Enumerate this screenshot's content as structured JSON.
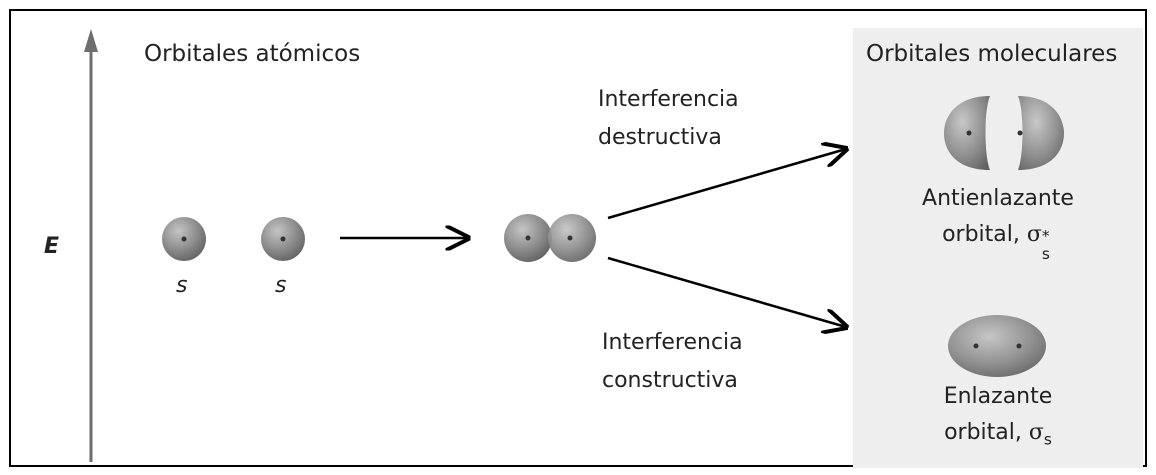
{
  "axis": {
    "label": "E"
  },
  "atomic": {
    "title": "Orbitales atómicos",
    "orbital_labels": [
      "s",
      "s"
    ]
  },
  "interference": {
    "destructive": [
      "Interferencia",
      "destructiva"
    ],
    "constructive": [
      "Interferencia",
      "constructiva"
    ]
  },
  "molecular": {
    "title": "Orbitales moleculares",
    "antibonding": {
      "line1": "Antienlazante",
      "line2": "orbital, ",
      "symbol": "σ",
      "sub": "s",
      "sup": "*"
    },
    "bonding": {
      "line1": "Enlazante",
      "line2": "orbital, ",
      "symbol": "σ",
      "sub": "s"
    }
  },
  "colors": {
    "orbital_fill": "#8a8a8a",
    "orbital_highlight": "#b9b9b9",
    "panel_bg": "#eeeeee",
    "arrow": "#000000",
    "axis_arrow": "#6e6e6e"
  }
}
